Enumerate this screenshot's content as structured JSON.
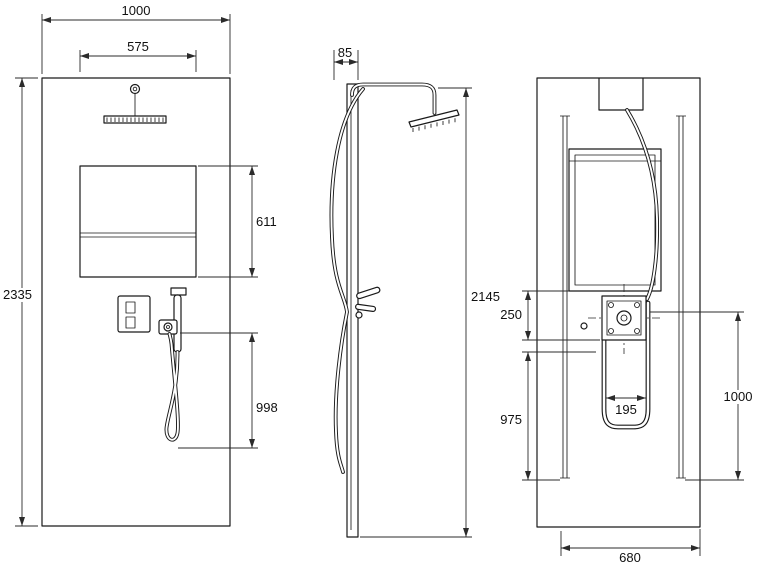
{
  "style": {
    "background": "#ffffff",
    "line_color": "#1a1a1a",
    "dim_color": "#2b2b2b"
  },
  "views": {
    "front": {
      "dims": {
        "overall_width": "1000",
        "upper_width": "575",
        "overall_height": "2335",
        "mid_section_height": "611",
        "lower_section_height": "998"
      }
    },
    "side": {
      "dims": {
        "depth": "85",
        "overall_height": "2145"
      }
    },
    "rear": {
      "dims": {
        "valve_section_height": "250",
        "lower_run_height": "975",
        "outlet_spacing": "195",
        "hose_drop": "1000",
        "base_width": "680"
      }
    }
  }
}
